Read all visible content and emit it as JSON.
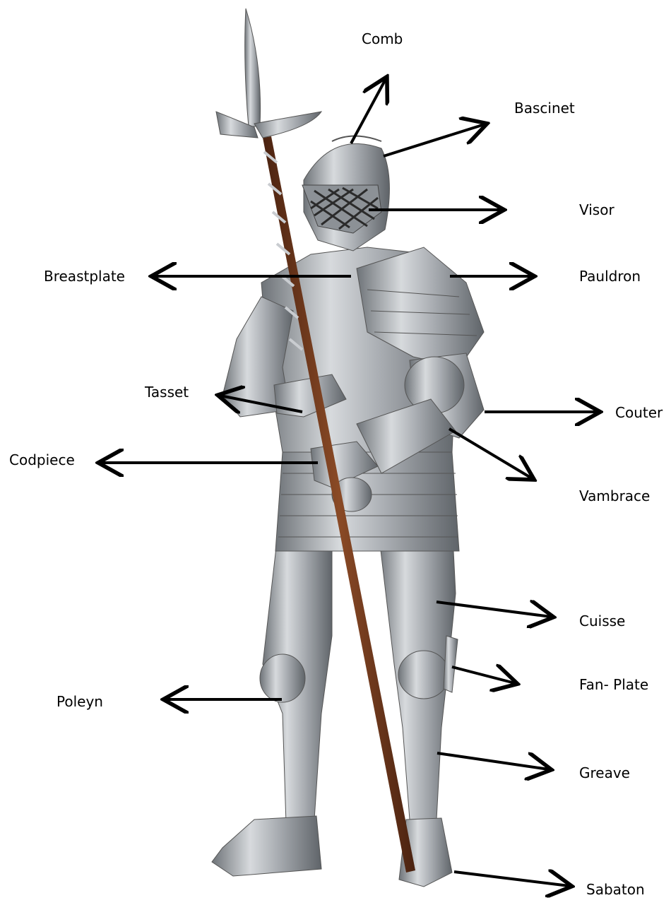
{
  "labels": {
    "comb": "Comb",
    "bascinet": "Bascinet",
    "visor": "Visor",
    "pauldron": "Pauldron",
    "breastplate": "Breastplate",
    "tasset": "Tasset",
    "couter": "Couter",
    "codpiece": "Codpiece",
    "vambrace": "Vambrace",
    "cuisse": "Cuisse",
    "fan_plate": "Fan- Plate",
    "poleyn": "Poleyn",
    "greave": "Greave",
    "sabaton": "Sabaton"
  },
  "colors": {
    "arrow": "#000000",
    "steel": "#a9adb2",
    "steel_dark": "#6e7378",
    "pole": "#7a3b1c",
    "background": "#ffffff"
  },
  "image": {
    "subject": "full plate armour suit holding a halberd"
  }
}
